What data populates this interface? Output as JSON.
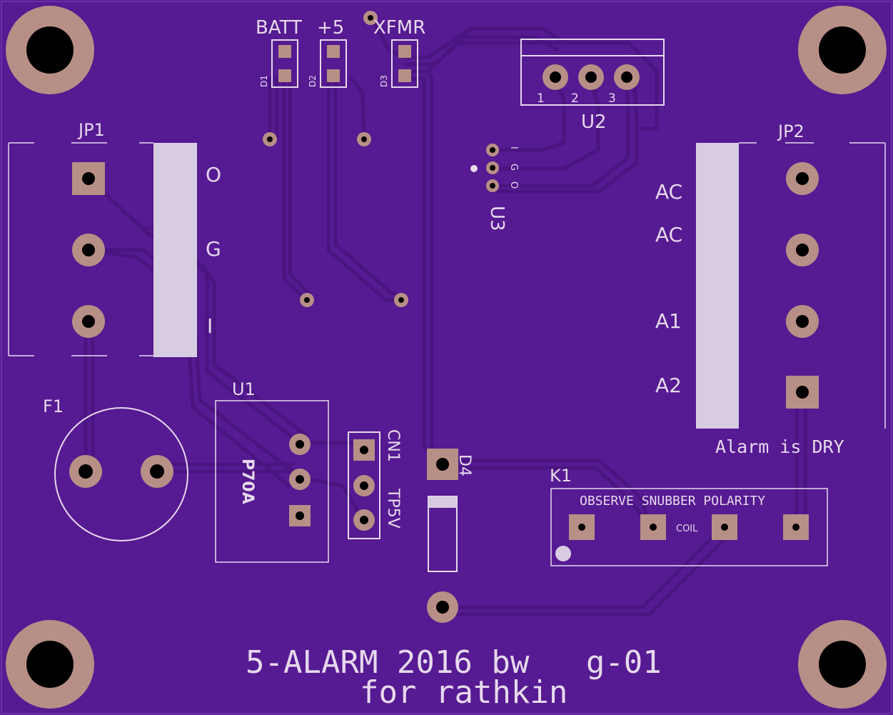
{
  "colors": {
    "board": "#561a92",
    "trace": "#4a1481",
    "trace_edge": "#6a34a8",
    "copper": "#b88f86",
    "hole": "#000000",
    "silk": "#e6d9ec",
    "silk_block": "#d8cce2"
  },
  "header_labels": {
    "batt": "BATT",
    "plus5": "+5",
    "xfmr": "XFMR",
    "d1": "D1",
    "d2": "D2",
    "d3": "D3"
  },
  "u2": {
    "ref": "U2",
    "pin1": "1",
    "pin2": "2",
    "pin3": "3"
  },
  "u3": {
    "ref": "U3",
    "pin_i": "I",
    "pin_g": "G",
    "pin_o": "O"
  },
  "jp1": {
    "ref": "JP1",
    "label_o": "O",
    "label_g": "G",
    "label_i": "I"
  },
  "jp2": {
    "ref": "JP2",
    "label_ac1": "AC",
    "label_ac2": "AC",
    "label_a1": "A1",
    "label_a2": "A2",
    "note": "Alarm is DRY"
  },
  "f1": {
    "ref": "F1"
  },
  "u1": {
    "ref": "U1",
    "part": "P70A"
  },
  "cn1": {
    "ref": "CN1",
    "note": "TP5V"
  },
  "d4": {
    "ref": "D4"
  },
  "k1": {
    "ref": "K1",
    "note": "OBSERVE SNUBBER POLARITY",
    "coil": "COIL"
  },
  "footer": {
    "line1": "5-ALARM 2016 bw   g-01",
    "line2": "for rathkin"
  }
}
